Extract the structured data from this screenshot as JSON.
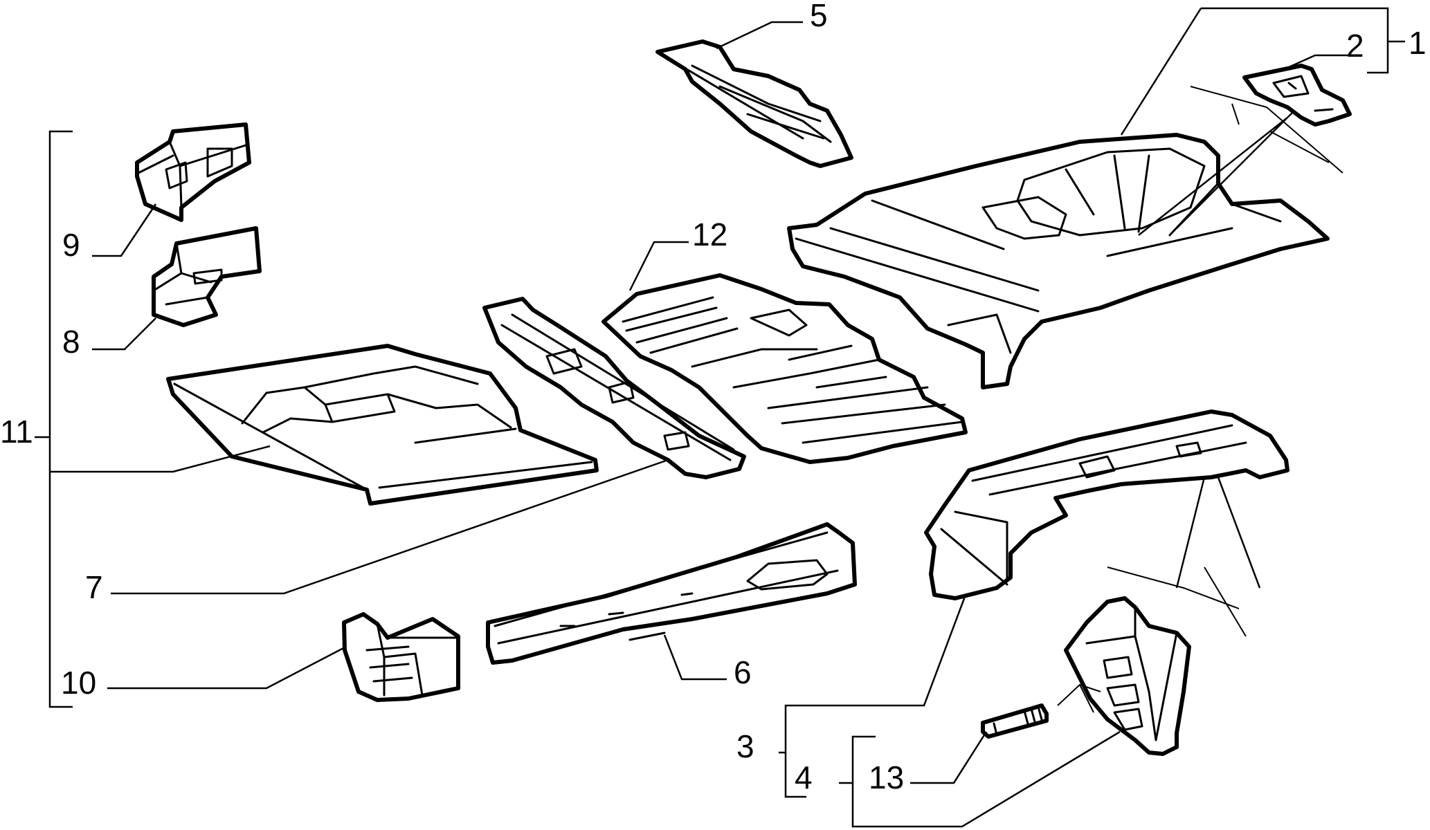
{
  "callouts": [
    {
      "id": "1",
      "text": "1"
    },
    {
      "id": "2",
      "text": "2"
    },
    {
      "id": "3",
      "text": "3"
    },
    {
      "id": "4",
      "text": "4"
    },
    {
      "id": "5",
      "text": "5"
    },
    {
      "id": "6",
      "text": "6"
    },
    {
      "id": "7",
      "text": "7"
    },
    {
      "id": "8",
      "text": "8"
    },
    {
      "id": "9",
      "text": "9"
    },
    {
      "id": "10",
      "text": "10"
    },
    {
      "id": "11",
      "text": "11"
    },
    {
      "id": "12",
      "text": "12"
    },
    {
      "id": "13",
      "text": "13"
    }
  ],
  "colors": {
    "line": "#000000",
    "background": "#ffffff"
  }
}
